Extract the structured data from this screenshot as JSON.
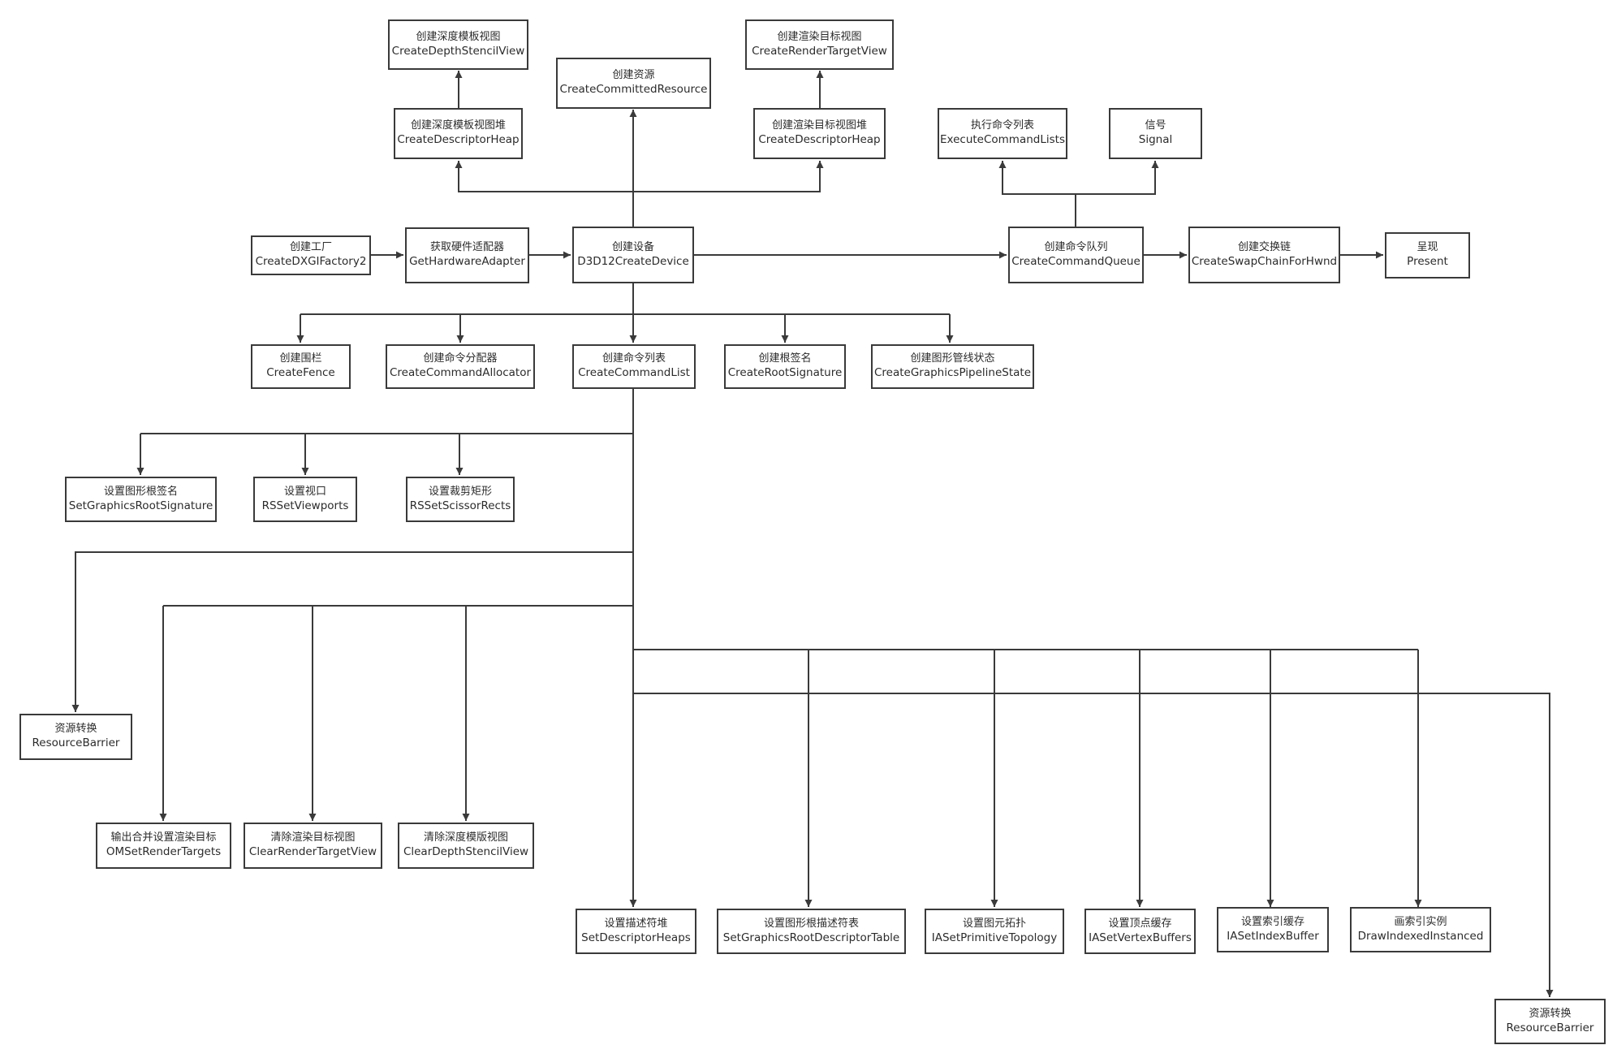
{
  "diagram": {
    "line_color": "#3a3a3a",
    "nodes": {
      "factory": {
        "cn": "创建工厂",
        "en": "CreateDXGIFactory2"
      },
      "adapter": {
        "cn": "获取硬件适配器",
        "en": "GetHardwareAdapter"
      },
      "device": {
        "cn": "创建设备",
        "en": "D3D12CreateDevice"
      },
      "committed_resource": {
        "cn": "创建资源",
        "en": "CreateCommittedResource"
      },
      "dsv_heap": {
        "cn": "创建深度模板视图堆",
        "en": "CreateDescriptorHeap"
      },
      "dsv": {
        "cn": "创建深度模板视图",
        "en": "CreateDepthStencilView"
      },
      "rtv_heap": {
        "cn": "创建渲染目标视图堆",
        "en": "CreateDescriptorHeap"
      },
      "rtv": {
        "cn": "创建渲染目标视图",
        "en": "CreateRenderTargetView"
      },
      "command_queue": {
        "cn": "创建命令队列",
        "en": "CreateCommandQueue"
      },
      "execute": {
        "cn": "执行命令列表",
        "en": "ExecuteCommandLists"
      },
      "signal": {
        "cn": "信号",
        "en": "Signal"
      },
      "swap_chain": {
        "cn": "创建交换链",
        "en": "CreateSwapChainForHwnd"
      },
      "present": {
        "cn": "呈现",
        "en": "Present"
      },
      "fence": {
        "cn": "创建围栏",
        "en": "CreateFence"
      },
      "allocator": {
        "cn": "创建命令分配器",
        "en": "CreateCommandAllocator"
      },
      "command_list": {
        "cn": "创建命令列表",
        "en": "CreateCommandList"
      },
      "root_signature": {
        "cn": "创建根签名",
        "en": "CreateRootSignature"
      },
      "pso": {
        "cn": "创建图形管线状态",
        "en": "CreateGraphicsPipelineState"
      },
      "set_root_sig": {
        "cn": "设置图形根签名",
        "en": "SetGraphicsRootSignature"
      },
      "viewports": {
        "cn": "设置视口",
        "en": "RSSetViewports"
      },
      "scissor": {
        "cn": "设置裁剪矩形",
        "en": "RSSetScissorRects"
      },
      "barrier1": {
        "cn": "资源转换",
        "en": "ResourceBarrier"
      },
      "om_targets": {
        "cn": "输出合并设置渲染目标",
        "en": "OMSetRenderTargets"
      },
      "clear_rtv": {
        "cn": "清除渲染目标视图",
        "en": "ClearRenderTargetView"
      },
      "clear_dsv": {
        "cn": "清除深度模版视图",
        "en": "ClearDepthStencilView"
      },
      "desc_heaps": {
        "cn": "设置描述符堆",
        "en": "SetDescriptorHeaps"
      },
      "root_desc_table": {
        "cn": "设置图形根描述符表",
        "en": "SetGraphicsRootDescriptorTable"
      },
      "topology": {
        "cn": "设置图元拓扑",
        "en": "IASetPrimitiveTopology"
      },
      "vertex_buffers": {
        "cn": "设置顶点缓存",
        "en": "IASetVertexBuffers"
      },
      "index_buffer": {
        "cn": "设置索引缓存",
        "en": "IASetIndexBuffer"
      },
      "draw": {
        "cn": "画索引实例",
        "en": "DrawIndexedInstanced"
      },
      "barrier2": {
        "cn": "资源转换",
        "en": "ResourceBarrier"
      }
    }
  }
}
